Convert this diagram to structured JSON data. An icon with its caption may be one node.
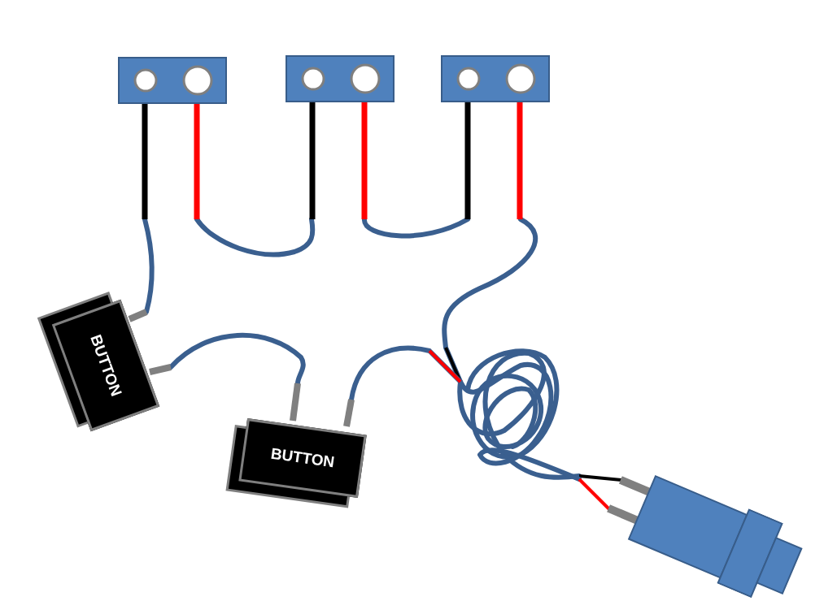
{
  "diagram": {
    "nodes": [
      {
        "text": [],
        "shape": "box"
      },
      {
        "text": [],
        "shape": "box"
      },
      {
        "text": [],
        "shape": "box"
      },
      {
        "text": [
          "BUTTON"
        ]
      },
      {
        "text": [
          "BUTTON"
        ]
      },
      {
        "text": [],
        "shape": "cylinder"
      }
    ],
    "edges": [
      {
        "from": 0,
        "to": 3,
        "arrow": "none"
      },
      {
        "from": 0,
        "to": 1,
        "arrow": "none"
      },
      {
        "from": 1,
        "to": 2,
        "arrow": "none"
      },
      {
        "from": 3,
        "to": 4,
        "arrow": "none"
      },
      {
        "from": 2,
        "to": 5,
        "arrow": "none"
      },
      {
        "from": 4,
        "to": 5,
        "arrow": "none"
      }
    ]
  }
}
